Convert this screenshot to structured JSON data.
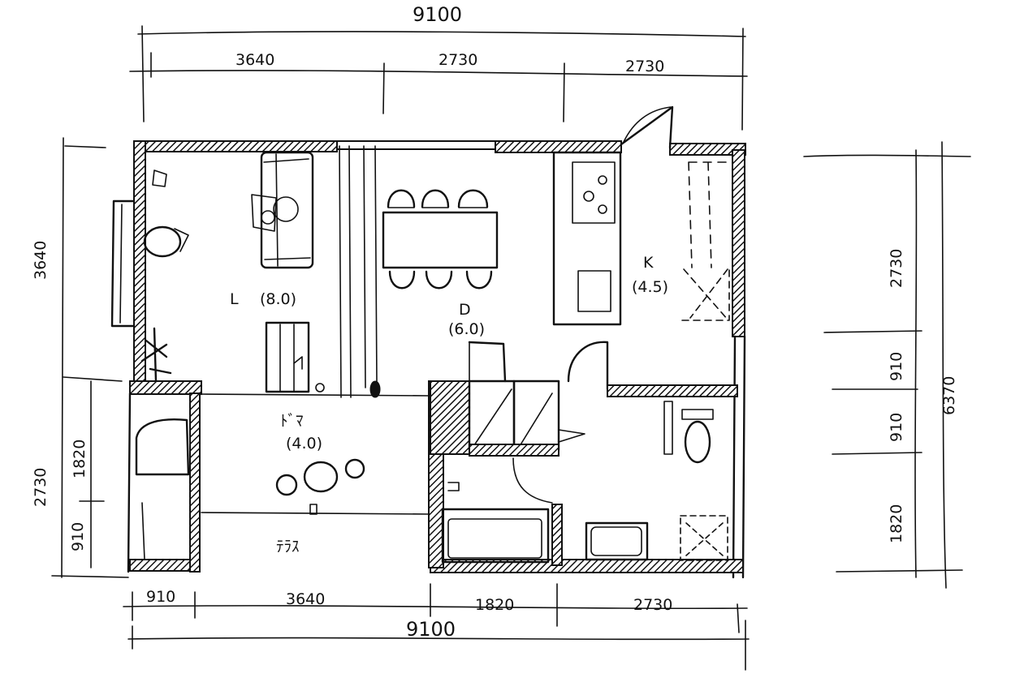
{
  "dimensions": {
    "top_total": "9100",
    "top_1": "3640",
    "top_2": "2730",
    "top_3": "2730",
    "bottom_1": "910",
    "bottom_2": "3640",
    "bottom_3": "1820",
    "bottom_4": "2730",
    "bottom_total": "9100",
    "left_top": "3640",
    "left_bottom": "2730",
    "left_inner_1": "1820",
    "left_inner_2": "910",
    "right_1": "2730",
    "right_2": "910",
    "right_3": "910",
    "right_4": "1820",
    "right_total": "6370"
  },
  "rooms": {
    "living_name": "L",
    "living_size": "(8.0)",
    "dining_name": "D",
    "dining_size": "(6.0)",
    "kitchen_name": "K",
    "kitchen_size": "(4.5)",
    "doma_name": "ﾄﾞﾏ",
    "doma_size": "(4.0)",
    "terrace_name": "ﾃﾗｽ"
  }
}
